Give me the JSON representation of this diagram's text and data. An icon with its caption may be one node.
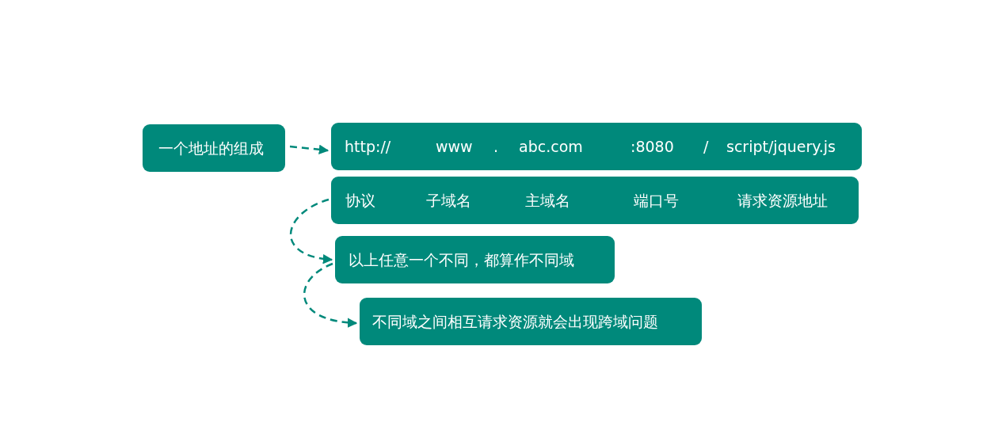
{
  "diagram": {
    "nodes": [
      {
        "text": [
          "一个地址的组成"
        ]
      },
      {
        "text": [
          "http://",
          "www",
          ".",
          "abc.com",
          ":8080",
          "/",
          "script/jquery.js"
        ]
      },
      {
        "text": [
          "协议",
          "子域名",
          "主域名",
          "端口号",
          "请求资源地址"
        ]
      },
      {
        "text": [
          "以上任意一个不同，都算作不同域"
        ]
      },
      {
        "text": [
          "不同域之间相互请求资源就会出现跨域问题"
        ]
      }
    ],
    "edges": [
      {
        "from": 0,
        "to": 1,
        "arrow": "to",
        "style": "dashed"
      },
      {
        "from": 2,
        "to": 3,
        "arrow": "to",
        "style": "dashed"
      },
      {
        "from": 3,
        "to": 4,
        "arrow": "to",
        "style": "dashed"
      }
    ]
  }
}
